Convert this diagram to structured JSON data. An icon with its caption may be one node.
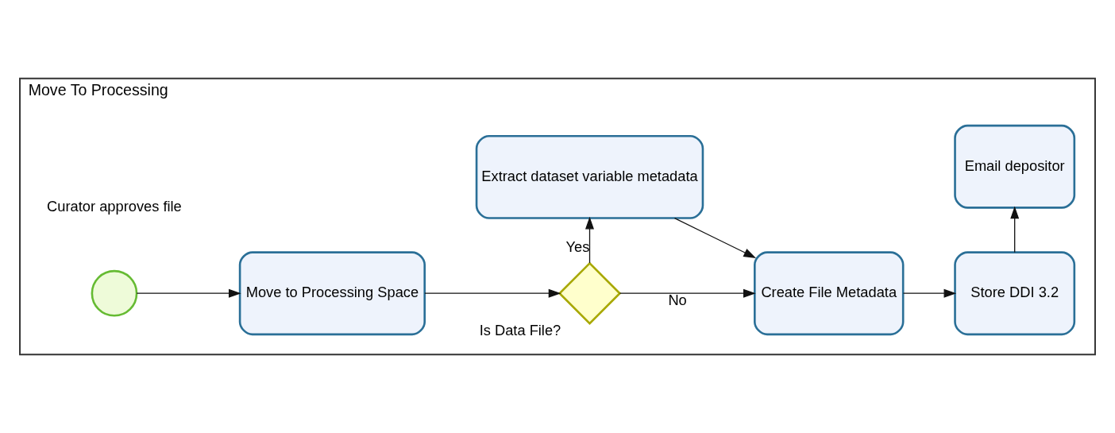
{
  "diagram": {
    "nodes": [
      {
        "text": [
          "Move To Processing"
        ]
      },
      {
        "text": [],
        "shape": "circle",
        "beside": [
          "Curator approves file"
        ],
        "in": 0
      },
      {
        "text": [
          "Move to Processing Space"
        ],
        "in": 0
      },
      {
        "text": [
          "Is Data File?"
        ],
        "in": 0
      },
      {
        "text": [
          "Create File Metadata"
        ],
        "in": 0
      },
      {
        "text": [
          "Store DDI 3.2"
        ],
        "in": 0
      },
      {
        "text": [
          "Extract dataset variable metadata"
        ],
        "in": 0
      },
      {
        "text": [
          "Email depositor"
        ],
        "in": 0
      }
    ],
    "edges": [
      {
        "from": 1,
        "to": 2,
        "arrow": "to"
      },
      {
        "from": 2,
        "to": 3,
        "arrow": "to"
      },
      {
        "from": 3,
        "to": 4,
        "arrow": "to",
        "label": "No"
      },
      {
        "from": 3,
        "to": 6,
        "arrow": "to",
        "label": "Yes"
      },
      {
        "from": 6,
        "to": 4,
        "arrow": "to"
      },
      {
        "from": 4,
        "to": 5,
        "arrow": "to"
      },
      {
        "from": 5,
        "to": 7,
        "arrow": "to"
      }
    ]
  }
}
